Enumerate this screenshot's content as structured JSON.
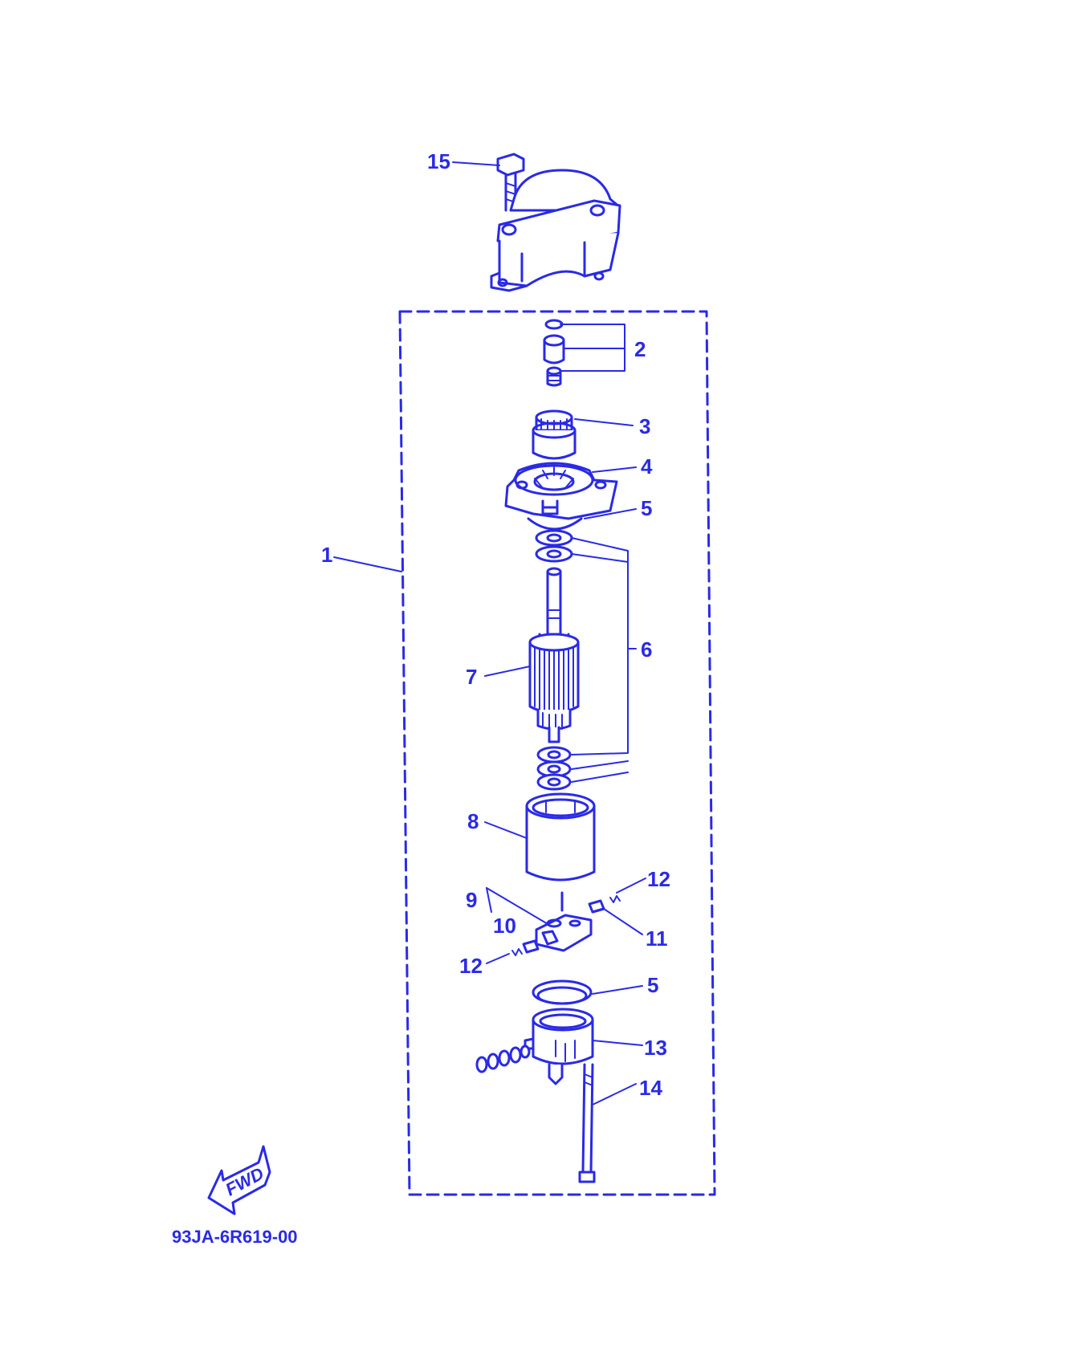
{
  "callouts": {
    "c1": "1",
    "c2": "2",
    "c3": "3",
    "c4": "4",
    "c5a": "5",
    "c5b": "5",
    "c6": "6",
    "c7": "7",
    "c8": "8",
    "c9": "9",
    "c10": "10",
    "c11": "11",
    "c12a": "12",
    "c12b": "12",
    "c13": "13",
    "c14": "14",
    "c15": "15"
  },
  "direction_label": "FWD",
  "drawing_code": "93JA-6R619-00",
  "colors": {
    "ink": "#2a2ae6",
    "background": "#ffffff"
  },
  "icons": [
    "fwd-arrow-icon"
  ]
}
